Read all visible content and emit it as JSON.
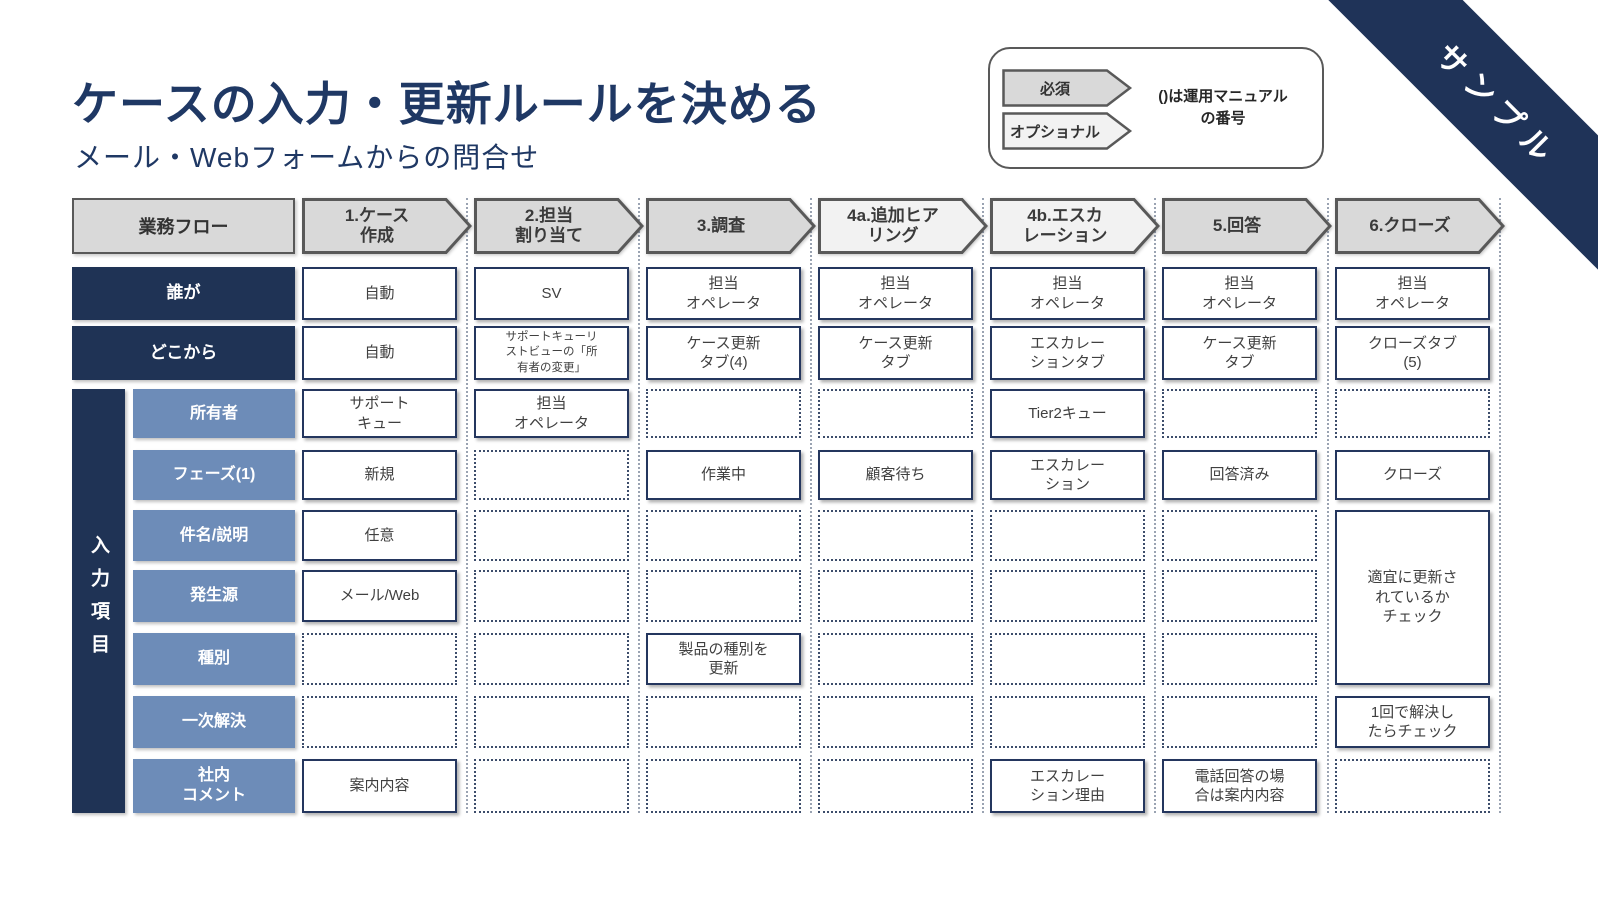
{
  "page": {
    "title": "ケースの入力・更新ルールを決める",
    "subtitle": "メール・Webフォームからの問合せ",
    "sample_badge": "サンプル"
  },
  "legend": {
    "required_label": "必須",
    "optional_label": "オプショナル",
    "note": "()は運用マニュアル\nの番号"
  },
  "colors": {
    "navy": "#1f3355",
    "title_navy": "#1f3864",
    "steel_blue": "#6d8cb8",
    "required_gray": "#d9d9d9",
    "optional_gray": "#f2f2f2",
    "arrow_border": "#595959",
    "cell_border": "#24365e"
  },
  "flow": {
    "header_label": "業務フロー",
    "steps": [
      {
        "label": "1.ケース\n作成",
        "style": "required"
      },
      {
        "label": "2.担当\n割り当て",
        "style": "required"
      },
      {
        "label": "3.調査",
        "style": "required"
      },
      {
        "label": "4a.追加ヒア\nリング",
        "style": "optional"
      },
      {
        "label": "4b.エスカ\nレーション",
        "style": "optional"
      },
      {
        "label": "5.回答",
        "style": "required"
      },
      {
        "label": "6.クローズ",
        "style": "required"
      }
    ]
  },
  "side": {
    "input_section_label": "入力項目"
  },
  "rows": [
    {
      "label": "誰が",
      "kind": "dark",
      "cells": [
        {
          "text": "自動"
        },
        {
          "text": "SV"
        },
        {
          "text": "担当\nオペレータ"
        },
        {
          "text": "担当\nオペレータ"
        },
        {
          "text": "担当\nオペレータ"
        },
        {
          "text": "担当\nオペレータ"
        },
        {
          "text": "担当\nオペレータ"
        }
      ]
    },
    {
      "label": "どこから",
      "kind": "dark",
      "cells": [
        {
          "text": "自動"
        },
        {
          "text": "サポートキューリ\nストビューの「所\n有者の変更」",
          "small": true
        },
        {
          "text": "ケース更新\nタブ(4)"
        },
        {
          "text": "ケース更新\nタブ"
        },
        {
          "text": "エスカレー\nションタブ"
        },
        {
          "text": "ケース更新\nタブ"
        },
        {
          "text": "クローズタブ\n(5)"
        }
      ]
    },
    {
      "label": "所有者",
      "kind": "blue",
      "cells": [
        {
          "text": "サポート\nキュー"
        },
        {
          "text": "担当\nオペレータ"
        },
        {},
        {},
        {
          "text": "Tier2キュー"
        },
        {},
        {}
      ]
    },
    {
      "label": "フェーズ(1)",
      "kind": "blue",
      "cells": [
        {
          "text": "新規"
        },
        {},
        {
          "text": "作業中"
        },
        {
          "text": "顧客待ち"
        },
        {
          "text": "エスカレー\nション"
        },
        {
          "text": "回答済み"
        },
        {
          "text": "クローズ"
        }
      ]
    },
    {
      "label": "件名/説明",
      "kind": "blue",
      "cells": [
        {
          "text": "任意"
        },
        {},
        {},
        {},
        {},
        {},
        {
          "text": "適宜に更新さ\nれているか\nチェック",
          "rowspan": 3
        }
      ]
    },
    {
      "label": "発生源",
      "kind": "blue",
      "cells": [
        {
          "text": "メール/Web"
        },
        {},
        {},
        {},
        {},
        {},
        {
          "spanned": true
        }
      ]
    },
    {
      "label": "種別",
      "kind": "blue",
      "cells": [
        {},
        {},
        {
          "text": "製品の種別を\n更新"
        },
        {},
        {},
        {},
        {
          "spanned": true
        }
      ]
    },
    {
      "label": "一次解決",
      "kind": "blue",
      "cells": [
        {},
        {},
        {},
        {},
        {},
        {},
        {
          "text": "1回で解決し\nたらチェック"
        }
      ]
    },
    {
      "label": "社内\nコメント",
      "kind": "blue",
      "cells": [
        {
          "text": "案内内容"
        },
        {},
        {},
        {},
        {
          "text": "エスカレー\nション理由"
        },
        {
          "text": "電話回答の場\n合は案内内容"
        },
        {}
      ]
    }
  ]
}
